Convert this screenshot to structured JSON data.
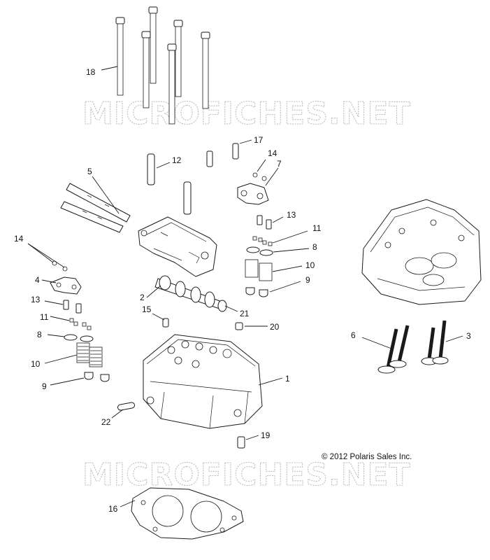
{
  "watermark": "MICROFICHES.NET",
  "copyright": "© 2012 Polaris Sales Inc.",
  "colors": {
    "ink": "#1a1a1a",
    "watermark": "#bdbdbd",
    "background": "#ffffff"
  },
  "callouts": {
    "c1": "1",
    "c2": "2",
    "c3": "3",
    "c4": "4",
    "c5": "5",
    "c6": "6",
    "c7": "7",
    "c8a": "8",
    "c8b": "8",
    "c9a": "9",
    "c9b": "9",
    "c10a": "10",
    "c10b": "10",
    "c11a": "11",
    "c11b": "11",
    "c12": "12",
    "c13a": "13",
    "c13b": "13",
    "c14a": "14",
    "c14b": "14",
    "c15": "15",
    "c16": "16",
    "c17": "17",
    "c18": "18",
    "c19": "19",
    "c20": "20",
    "c21": "21",
    "c22": "22"
  }
}
